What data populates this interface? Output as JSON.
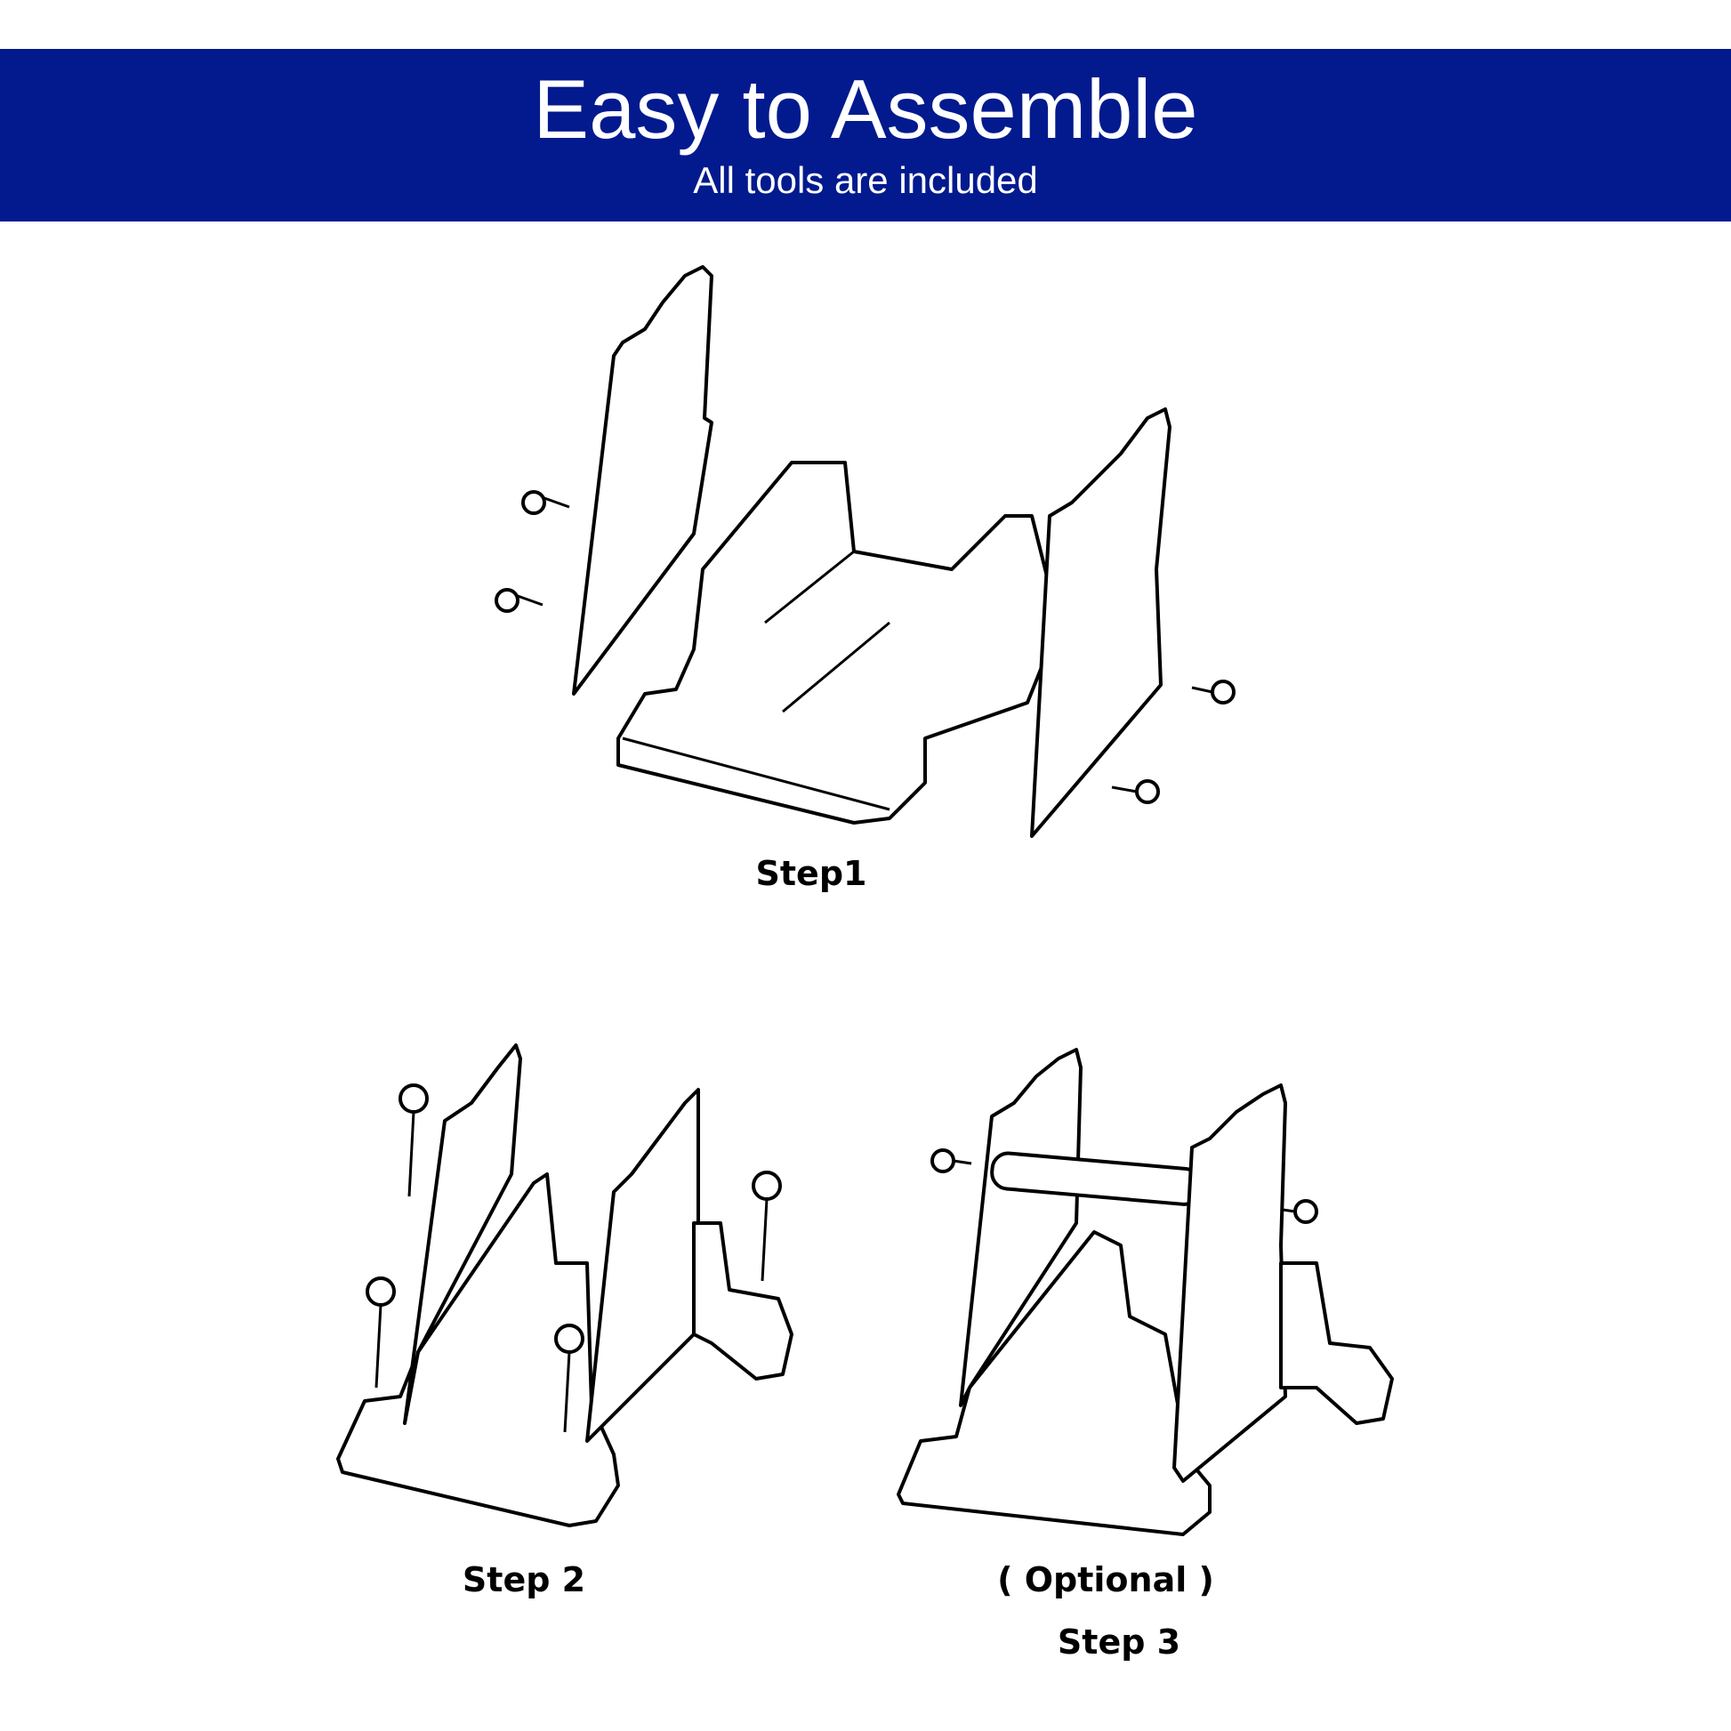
{
  "banner": {
    "title": "Easy to Assemble",
    "subtitle": "All tools are included",
    "background_color": "#021a8e"
  },
  "steps": [
    {
      "label": "Step1"
    },
    {
      "label": "Step 2"
    },
    {
      "optional_label": "( Optional )",
      "label": "Step 3"
    }
  ]
}
